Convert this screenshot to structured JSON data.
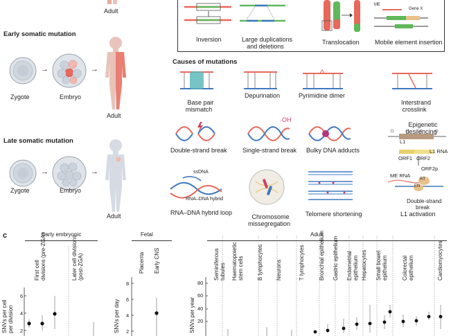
{
  "left_panel": {
    "top_label": "Adult",
    "early": {
      "title": "Early somatic mutation",
      "zygote": "Zygote",
      "embryo": "Embryo",
      "adult": "Adult"
    },
    "late": {
      "title": "Late somatic mutation",
      "zygote": "Zygote",
      "embryo": "Embryo",
      "adult": "Adult"
    }
  },
  "sv_box": {
    "items": [
      "Inversion",
      "Large duplications\nand deletions",
      "Translocation",
      "Mobile element insertion"
    ],
    "me_label": "ME",
    "gene_label": "Gene X"
  },
  "causes": {
    "title": "Causes of mutations",
    "row1": [
      "Base pair\nmismatch",
      "Depurination",
      "Pyrimidine dimer",
      "Interstrand\ncrosslink"
    ],
    "row2": [
      "Double-strand break",
      "Single-strand break",
      "Bulky DNA adducts"
    ],
    "oh_label": "·OH",
    "row3": [
      "RNA–DNA hybrid loop",
      "Chromosome\nmissegregation",
      "Telomere shortening"
    ],
    "ssdna": "ssDNA",
    "hybrid": "RNA–DNA hybrid",
    "l1": {
      "epigenetic": "Epigenetic\ndesilencing",
      "l1": "L1",
      "l1_rna": "L1 RNA",
      "orf1": "ORF1",
      "orf2": "ORF2",
      "orf2p": "ORF2p",
      "me_rna": "ME RNA",
      "rt": "RT",
      "en": "EN",
      "dsb": "Double-strand\nbreak",
      "caption": "L1 activation"
    }
  },
  "panel_c": {
    "letter": "c",
    "early": {
      "header": "Early embryonic",
      "cols": [
        "First cell\ndivisions (pre-ZGA)",
        "Later cell divisions\n(post-ZGA)"
      ],
      "ylabel": "SNVs per cell\nper division",
      "ticks": [
        "6",
        "4",
        "2"
      ]
    },
    "fetal": {
      "header": "Fetal",
      "cols": [
        "Placenta",
        "Early CNS"
      ],
      "ylabel": "SNVs per day",
      "ticks": [
        "8",
        "6",
        "4",
        "2"
      ]
    },
    "adult": {
      "header": "Adult",
      "cols": [
        "Seminiferous\ntubules",
        "Haematopoietic\nstem cells",
        "B lymphocytes",
        "Neurons",
        "T lymphocytes",
        "Bronchial epithelium",
        "Gastric epithelium",
        "Endometrial\nepithelium",
        "Hepatocytes",
        "Small bowel\nepithelium",
        "Colorectal\nepithelium",
        "Cardiomyocytes"
      ],
      "ylabel": "SNVs per year",
      "ticks": [
        "80",
        "60",
        "40",
        "20"
      ]
    }
  },
  "colors": {
    "red": "#e8685a",
    "green": "#5fb85a",
    "blue": "#3f78c0",
    "pink": "#f0b9b0",
    "skin": "#e9c3ba",
    "grey_body": "#d6dbe3",
    "teal": "#54b5b8"
  }
}
